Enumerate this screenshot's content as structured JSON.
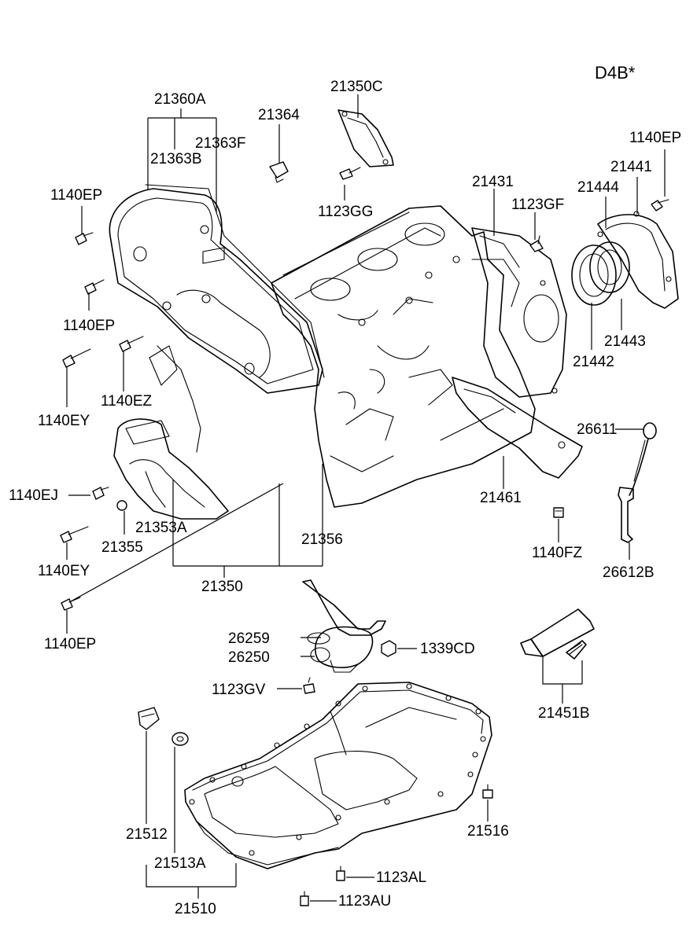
{
  "diagram": {
    "model_code": "D4B*",
    "labels": {
      "l21360A": "21360A",
      "l21363F": "21363F",
      "l21363B": "21363B",
      "l21364": "21364",
      "l21350C": "21350C",
      "l1123GG": "1123GG",
      "l21431": "21431",
      "l1123GF": "1123GF",
      "l1140EP_tr": "1140EP",
      "l21441": "21441",
      "l21444": "21444",
      "l1140EP_l1": "1140EP",
      "l1140EP_l2": "1140EP",
      "l1140EZ": "1140EZ",
      "l1140EY_1": "1140EY",
      "l21443": "21443",
      "l21442": "21442",
      "l26611": "26611",
      "l1140EJ": "1140EJ",
      "l21461": "21461",
      "l21353A": "21353A",
      "l21355": "21355",
      "l21356": "21356",
      "l1140EY_2": "1140EY",
      "l1140FZ": "1140FZ",
      "l26612B": "26612B",
      "l21350": "21350",
      "l1140EP_bl": "1140EP",
      "l26259": "26259",
      "l26250": "26250",
      "l1339CD": "1339CD",
      "l1123GV": "1123GV",
      "l21451B": "21451B",
      "l21512": "21512",
      "l21513A": "21513A",
      "l21516": "21516",
      "l1123AL": "1123AL",
      "l1123AU": "1123AU",
      "l21510": "21510"
    }
  }
}
